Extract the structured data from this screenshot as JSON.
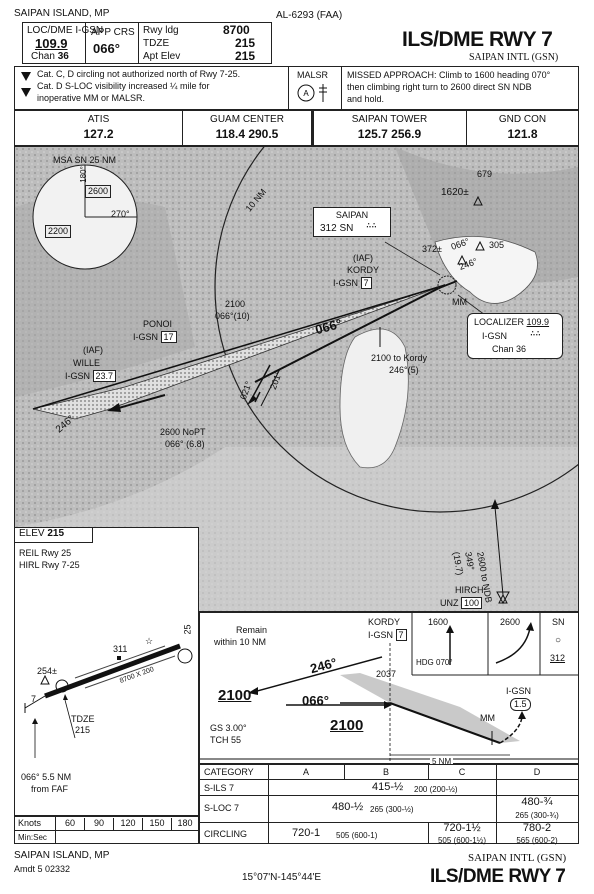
{
  "header": {
    "location": "SAIPAN ISLAND, MP",
    "chart_id": "AL-6293 (FAA)",
    "title": "ILS/DME RWY 7",
    "airport": "SAIPAN INTL (GSN)"
  },
  "briefing": {
    "loc_label": "LOC/DME I-GSN",
    "loc_freq": "109.9",
    "chan_label": "Chan",
    "chan": "36",
    "app_crs_label": "APP CRS",
    "app_crs": "066°",
    "rwy_ldg_label": "Rwy ldg",
    "rwy_ldg": "8700",
    "tdze_label": "TDZE",
    "tdze": "215",
    "apt_elev_label": "Apt Elev",
    "apt_elev": "215"
  },
  "notes": {
    "line1": "Cat. C, D circling not authorized north of Rwy 7-25.",
    "line2": "Cat. D S-LOC visibility increased ¼ mile for",
    "line3": "inoperative MM or MALSR.",
    "malsr": "MALSR",
    "missed1": "MISSED APPROACH: Climb to 1600 heading 070°",
    "missed2": "then climbing right turn to 2600 direct SN NDB",
    "missed3": "and hold."
  },
  "comms": [
    {
      "label": "ATIS",
      "freq": "127.2"
    },
    {
      "label": "GUAM CENTER",
      "freq": "118.4 290.5"
    },
    {
      "label": "SAIPAN TOWER",
      "freq": "125.7 256.9"
    },
    {
      "label": "GND CON",
      "freq": "121.8"
    }
  ],
  "planview": {
    "msa": "MSA SN 25 NM",
    "msa_180": "180°",
    "msa_270": "270°",
    "msa_2600": "2600",
    "msa_2200": "2200",
    "ring": "10 NM",
    "saipan": "SAIPAN",
    "saipan_ndb": "312 SN",
    "obst1": "679",
    "obst2": "1620±",
    "obst3": "372±",
    "obst4": "305",
    "crs066": "066°",
    "crs246": "246°",
    "iaf": "(IAF)",
    "kordy": "KORDY",
    "kordy_dme": "I-GSN",
    "kordy_dme_val": "7",
    "mm": "MM",
    "loc_box_label": "LOCALIZER",
    "loc_box_freq": "109.9",
    "loc_box_id": "I-GSN",
    "loc_box_chan": "Chan 36",
    "pt_alt": "2100",
    "pt_crs": "066°(10)",
    "ponoi": "PONOI",
    "ponoi_dme": "I-GSN",
    "ponoi_dme_val": "17",
    "wille_iaf": "(IAF)",
    "wille": "WILLE",
    "wille_dme": "I-GSN",
    "wille_dme_val": "23.7",
    "kordy_route1": "2100 to Kordy",
    "kordy_route2": "246°(5)",
    "nopt1": "2600 NoPT",
    "nopt2": "066° (6.8)",
    "pt021": "021°",
    "pt201": "201°",
    "ndb_route1": "2600 to NDB",
    "ndb_route2": "349°",
    "ndb_route3": "(19.7)",
    "hirch": "HIRCH",
    "unz": "UNZ",
    "unz_val": "100"
  },
  "airport": {
    "elev_label": "ELEV",
    "elev": "215",
    "reil": "REIL Rwy 25",
    "hirl": "HIRL Rwy 7-25",
    "obst311": "311",
    "obst254": "254±",
    "rwy7": "7",
    "rwy25": "25",
    "rwy_dim": "8700 X 200",
    "tdze_label": "TDZE",
    "tdze": "215",
    "faf1": "066° 5.5 NM",
    "faf2": "from FAF"
  },
  "profile": {
    "remain1": "Remain",
    "remain2": "within 10 NM",
    "kordy": "KORDY",
    "kordy_dme": "I-GSN",
    "kordy_dme_val": "7",
    "crs246": "246°",
    "crs066": "066°",
    "alt1": "2100",
    "alt2": "2100",
    "gs_alt": "2037",
    "gs": "GS 3.00°",
    "tch": "TCH 55",
    "mm": "MM",
    "igsn": "I-GSN",
    "igsn_val": "1.5",
    "nm": "5 NM",
    "mh1": "1600",
    "mh2": "HDG 070°",
    "mh3": "2600",
    "mh4": "SN",
    "mh5": "312"
  },
  "minimums": {
    "headers": [
      "CATEGORY",
      "A",
      "B",
      "C",
      "D"
    ],
    "sils_label": "S-ILS 7",
    "sils": "415-½",
    "sils_hat": "200 (200-½)",
    "sloc_label": "S-LOC 7",
    "sloc": "480-½",
    "sloc_hat": "265 (300-½)",
    "sloc_d": "480-¾",
    "sloc_d_hat": "265 (300-¾)",
    "circ_label": "CIRCLING",
    "circ_ab": "720-1",
    "circ_ab_hat": "505 (600-1)",
    "circ_c": "720-1½",
    "circ_c_hat": "505 (600-1½)",
    "circ_d": "780-2",
    "circ_d_hat": "565 (600-2)"
  },
  "timing": {
    "knots": "Knots",
    "speeds": [
      "60",
      "90",
      "120",
      "150",
      "180"
    ],
    "minsec": "Min:Sec"
  },
  "footer": {
    "location": "SAIPAN ISLAND, MP",
    "amdt": "Amdt 5  02332",
    "coords": "15°07'N-145°44'E",
    "airport": "SAIPAN INTL (GSN)",
    "title": "ILS/DME RWY 7"
  }
}
